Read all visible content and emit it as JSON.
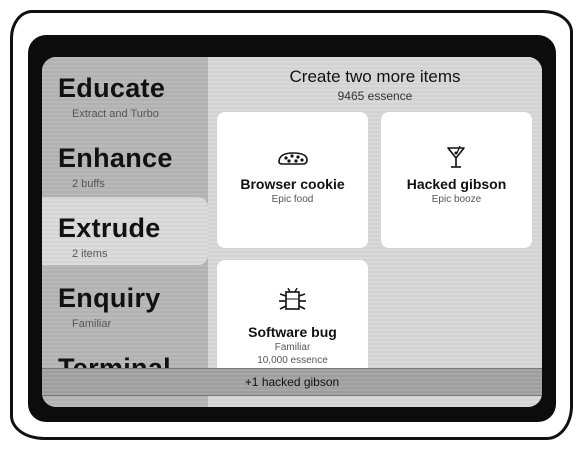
{
  "menu": {
    "items": [
      {
        "title": "Educate",
        "subtitle": "Extract and Turbo"
      },
      {
        "title": "Enhance",
        "subtitle": "2 buffs"
      },
      {
        "title": "Extrude",
        "subtitle": "2 items"
      },
      {
        "title": "Enquiry",
        "subtitle": "Familiar"
      },
      {
        "title": "Terminal",
        "subtitle": ""
      }
    ],
    "active_index": 2
  },
  "panel": {
    "title": "Create two more items",
    "essence": "9465 essence"
  },
  "cards": [
    {
      "name": "Browser cookie",
      "type": "Epic food",
      "cost": "",
      "icon": "cookie-icon"
    },
    {
      "name": "Hacked gibson",
      "type": "Epic booze",
      "cost": "",
      "icon": "martini-glass-icon"
    },
    {
      "name": "Software bug",
      "type": "Familiar",
      "cost": "10,000 essence",
      "icon": "bug-icon"
    }
  ],
  "toast": {
    "message": "+1 hacked gibson"
  }
}
